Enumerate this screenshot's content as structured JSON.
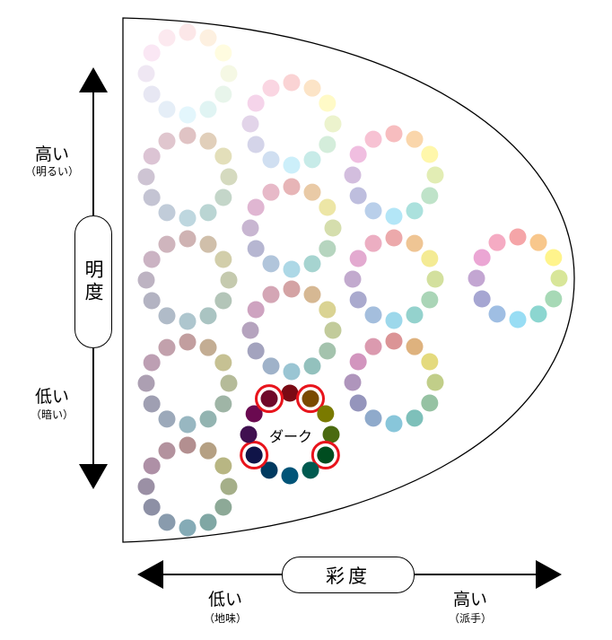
{
  "vertical_axis": {
    "label": "明度",
    "high": "高い",
    "high_note": "（明るい）",
    "low": "低い",
    "low_note": "（暗い）"
  },
  "horizontal_axis": {
    "label": "彩度",
    "low": "低い",
    "low_note": "（地味）",
    "high": "高い",
    "high_note": "（派手）"
  },
  "highlight_ring": {
    "label": "ダーク",
    "highlight_color": "#e8141c",
    "circled_positions": [
      1,
      4,
      8,
      11
    ]
  },
  "base_hues": [
    "#e8383d",
    "#f08300",
    "#ffe600",
    "#a8c81c",
    "#3cab5c",
    "#00a497",
    "#19b4e6",
    "#2a6fc0",
    "#3a3a9a",
    "#7a3a9a",
    "#d23aa0",
    "#e8457a"
  ],
  "rings": [
    {
      "col": 1,
      "row": 1,
      "mix": "#ffffff",
      "amount": 0.88
    },
    {
      "col": 1,
      "row": 2,
      "mix": "#dedede",
      "amount": 0.84
    },
    {
      "col": 1,
      "row": 3,
      "mix": "#cacaca",
      "amount": 0.84
    },
    {
      "col": 1,
      "row": 4,
      "mix": "#b8b8b8",
      "amount": 0.8
    },
    {
      "col": 1,
      "row": 5,
      "mix": "#a4a8a8",
      "amount": 0.78
    },
    {
      "col": 2,
      "row": 1,
      "mix": "#ffffff",
      "amount": 0.78
    },
    {
      "col": 2,
      "row": 2,
      "mix": "#e6e6e6",
      "amount": 0.72
    },
    {
      "col": 2,
      "row": 3,
      "mix": "#cccccc",
      "amount": 0.72
    },
    {
      "col": 3,
      "row": 1,
      "mix": "#ffffff",
      "amount": 0.67
    },
    {
      "col": 3,
      "row": 2,
      "mix": "#eeeeee",
      "amount": 0.62
    },
    {
      "col": 3,
      "row": 3,
      "mix": "#d2d2d2",
      "amount": 0.6
    },
    {
      "col": 4,
      "row": 1,
      "mix": "#ffffff",
      "amount": 0.55
    }
  ],
  "dark_ring_colors": [
    "#7a0a14",
    "#7a4a00",
    "#7a7a00",
    "#4a6a10",
    "#004d20",
    "#005a50",
    "#005478",
    "#003a60",
    "#101448",
    "#401050",
    "#6a0a50",
    "#70082a"
  ]
}
